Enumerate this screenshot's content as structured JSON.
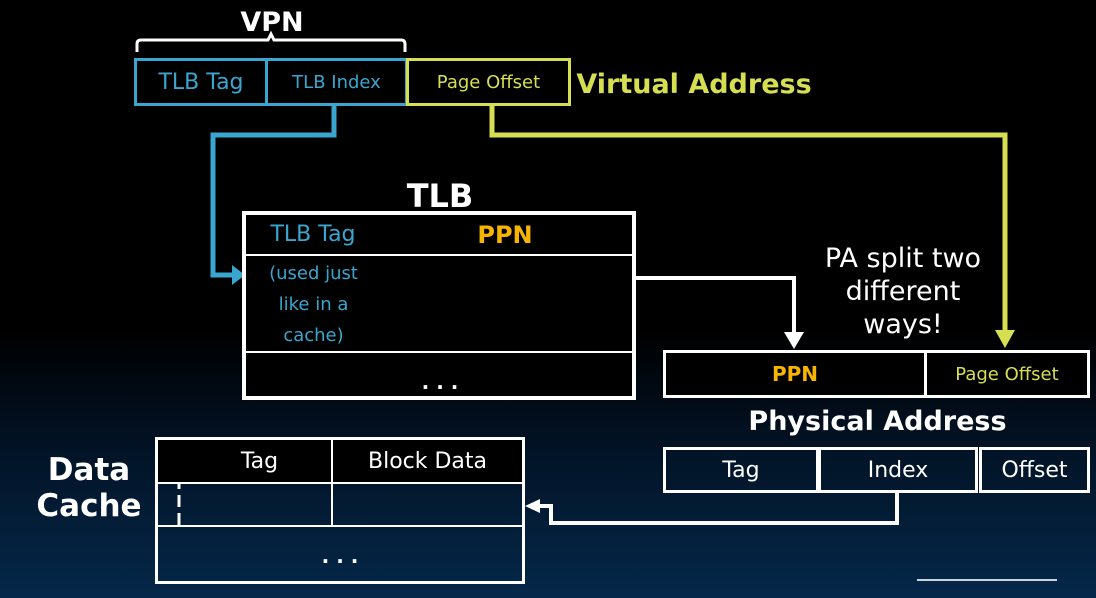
{
  "virtual_address": {
    "vpn_label": "VPN",
    "fields": [
      "TLB Tag",
      "TLB Index",
      "Page Offset"
    ],
    "title": "Virtual Address"
  },
  "tlb": {
    "title": "TLB",
    "header_tag": "TLB Tag",
    "header_ppn": "PPN",
    "tag_note": "(used just like in a cache)",
    "ellipsis": ". . ."
  },
  "annotation": "PA split two different ways!",
  "physical_address": {
    "title": "Physical Address",
    "split1": [
      "PPN",
      "Page Offset"
    ],
    "split2": [
      "Tag",
      "Index",
      "Offset"
    ]
  },
  "data_cache": {
    "title": "Data Cache",
    "header_tag": "Tag",
    "header_block": "Block Data",
    "ellipsis": ". . ."
  },
  "colors": {
    "blue": "#3aa6cf",
    "lime": "#d6de52",
    "gold": "#f7b500"
  }
}
